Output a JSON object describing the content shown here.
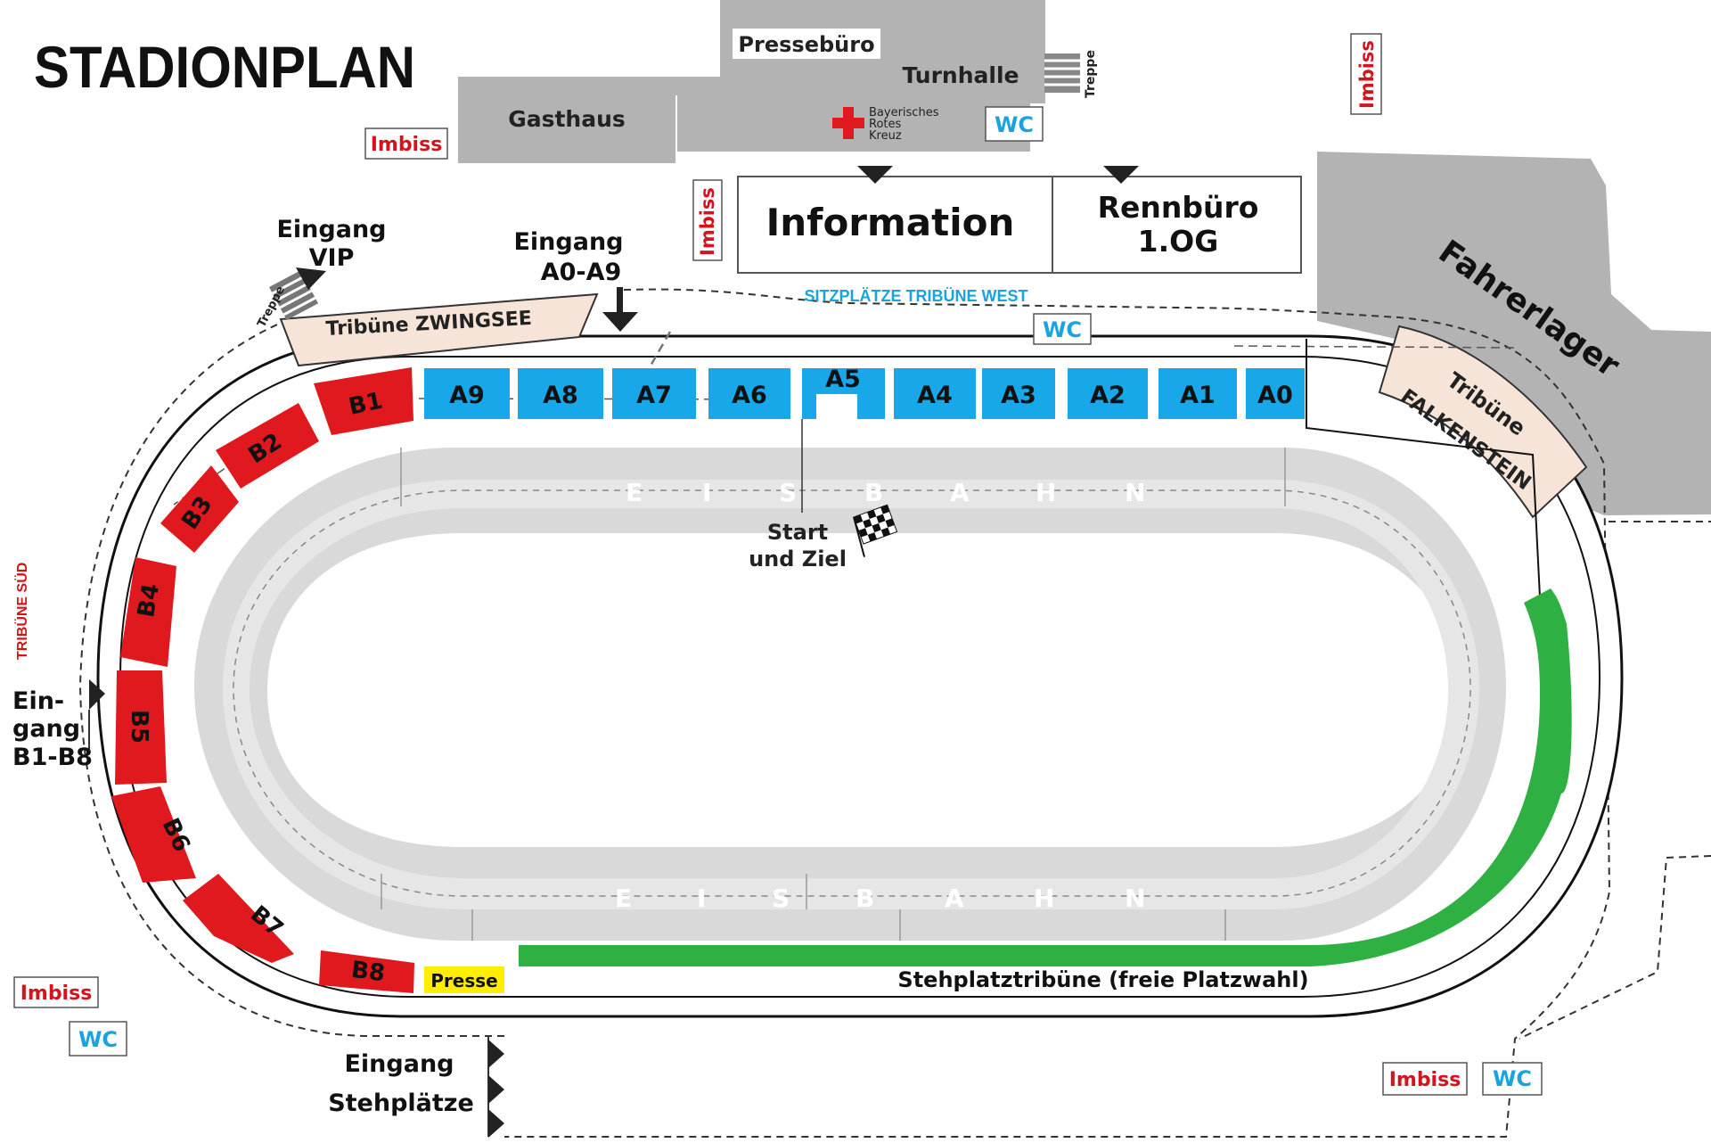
{
  "title": "STADIONPLAN",
  "buildings": {
    "pressebuero": "Pressebüro",
    "turnhalle": "Turnhalle",
    "gasthaus": "Gasthaus",
    "treppe": "Treppe",
    "brk_line1": "Bayerisches",
    "brk_line2": "Rotes",
    "brk_line3": "Kreuz",
    "information": "Information",
    "rennbuero_line1": "Rennbüro",
    "rennbuero_line2": "1.OG",
    "fahrerlager": "Fahrerlager"
  },
  "facilities": {
    "imbiss": "Imbiss",
    "wc": "WC",
    "presse": "Presse"
  },
  "entrances": {
    "vip_line1": "Eingang",
    "vip_line2": "VIP",
    "a_line1": "Eingang",
    "a_line2": "A0-A9",
    "b_line1": "Ein-",
    "b_line2": "gang",
    "b_line3": "B1-B8",
    "steh_line1": "Eingang",
    "steh_line2": "Stehplätze"
  },
  "stands": {
    "zwingsee": "Tribüne ZWINGSEE",
    "falkenstein_line1": "Tribüne",
    "falkenstein_line2": "FALKENSTEIN",
    "west": "SITZPLÄTZE TRIBÜNE WEST",
    "sued": "TRIBÜNE SÜD",
    "stehplatz": "Stehplatztribüne (freie Platzwahl)"
  },
  "track": {
    "eisbahn_letters": [
      "E",
      "I",
      "S",
      "B",
      "A",
      "H",
      "N"
    ],
    "start_line1": "Start",
    "start_line2": "und Ziel"
  },
  "blocks_a": [
    "A9",
    "A8",
    "A7",
    "A6",
    "A5",
    "A4",
    "A3",
    "A2",
    "A1",
    "A0"
  ],
  "blocks_b": [
    "B1",
    "B2",
    "B3",
    "B4",
    "B5",
    "B6",
    "B7",
    "B8"
  ],
  "colors": {
    "block_a": "#18a7e8",
    "block_b": "#e0191f",
    "stehplatz": "#2fb043",
    "presse": "#ffee00",
    "building": "#b3b3b3",
    "tribune_beige": "#f6e4d8",
    "imbiss_text": "#d4141c",
    "wc_text": "#1aa3dd",
    "track_gray": "#d9d9d9"
  }
}
